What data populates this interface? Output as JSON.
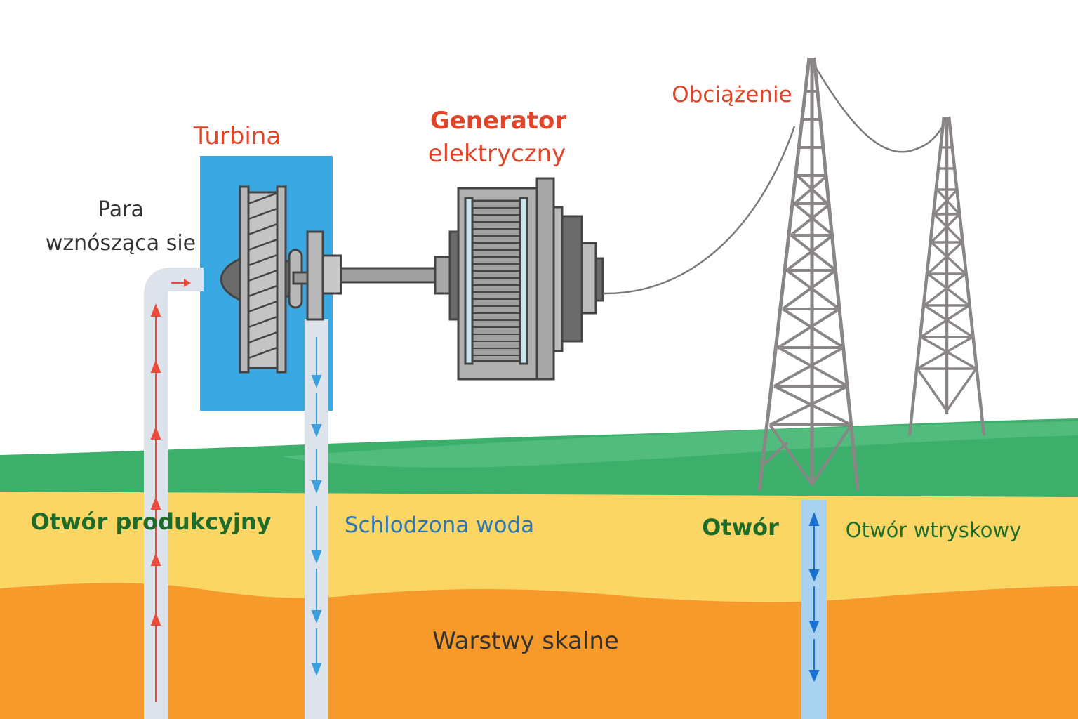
{
  "labels": {
    "turbine": "Turbina",
    "generator_line1": "Generator",
    "generator_line2": "elektryczny",
    "load": "Obciążenie",
    "steam_line1": "Para",
    "steam_line2": "wznósząca sie",
    "production_well": "Otwór produkcyjny",
    "cooled_water": "Schlodzona woda",
    "well": "Otwór",
    "injection_well": "Otwór wtryskowy",
    "rock_layers": "Warstwy skalne"
  },
  "colors": {
    "title_red": "#e0452a",
    "dark_text": "#333333",
    "well_green": "#1e6b2a",
    "water_blue": "#2a78b8",
    "turbine_box": "#3aa9e3",
    "grass": "#3cb06a",
    "grass_light": "#5fc58a",
    "sand": "#fbd665",
    "rock": "#f79a2c",
    "pipe": "#dde3ea",
    "pipe_blue": "#a8d2ef",
    "steam_arrow": "#ea4b3a",
    "water_arrow": "#3b9fe0",
    "injection_arrow": "#1a6fd0",
    "metal": "#a8a8a8",
    "metal_dark": "#6b6b6b",
    "outline": "#444444"
  }
}
